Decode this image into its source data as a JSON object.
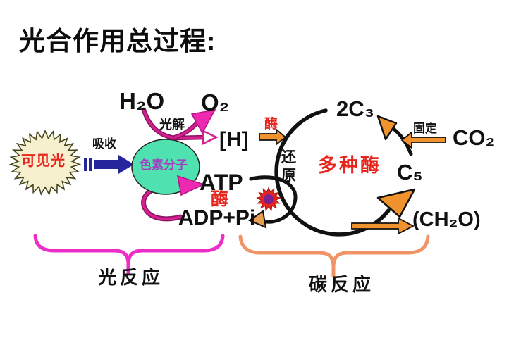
{
  "title": "光合作用总过程:",
  "light_stage": {
    "visible_light": "可见光",
    "absorb": "吸收",
    "h2o": "H₂O",
    "photolysis": "光解",
    "o2": "O₂",
    "h_carrier": "[H]",
    "pigment": "色素分子",
    "atp": "ATP",
    "enzyme": "酶",
    "adp_pi": "ADP+Pi",
    "brace_label": "光反应"
  },
  "carbon_stage": {
    "enzyme": "酶",
    "reduction": "还原",
    "multi_enzyme": "多种酶",
    "c3": "2C₃",
    "c5": "C₅",
    "fixation": "固定",
    "co2": "CO₂",
    "product": "(CH₂O)",
    "brace_label": "碳反应"
  },
  "icons": {
    "sun_burst": "visible-light-sun-burst",
    "enzyme_burst": "enzyme-burst",
    "pigment_ellipse": "pigment-molecule-ellipse"
  },
  "colors": {
    "magenta_arrow": "#e928ad",
    "magenta_curve": "#d4218f",
    "magenta_brace": "#ee2cc8",
    "orange_arrow": "#f0922d",
    "orange_brace": "#f09468",
    "navy_arrow": "#26269a",
    "red_text": "#e8251d",
    "teal_ellipse": "#4fe2b0",
    "purple_text": "#a43ec0",
    "sun_fill": "#f7f0cf",
    "burst_red": "#e8251d",
    "burst_center": "#7a2090",
    "tan_arrowhead": "#e8a050",
    "black_line": "#111111"
  }
}
